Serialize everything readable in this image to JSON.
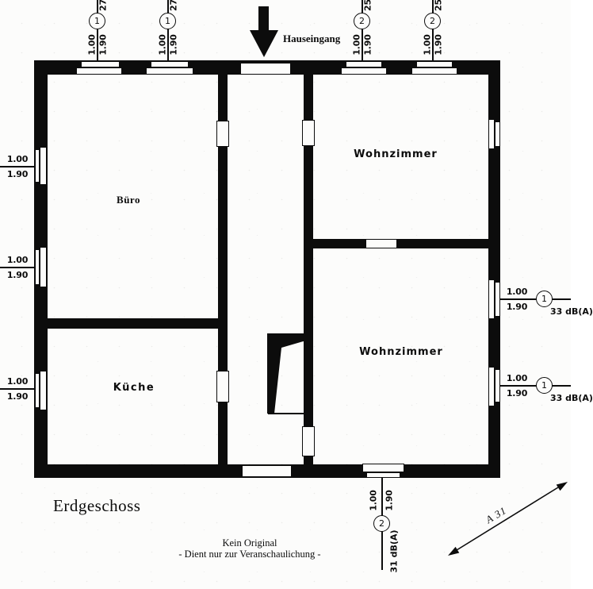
{
  "colors": {
    "ink": "#0c0c0c",
    "paper": "#fcfcfb"
  },
  "plan": {
    "floor_title": "Erdgeschoss",
    "entrance_label": "Hauseingang",
    "rooms": {
      "buero": "Büro",
      "kueche": "Küche",
      "wohnzimmer_top": "Wohnzimmer",
      "wohnzimmer_bottom": "Wohnzimmer"
    }
  },
  "annotations": {
    "top": [
      {
        "width_m": "1.00",
        "height_m": "1.90",
        "badge": "1",
        "cut_text": "27"
      },
      {
        "width_m": "1.00",
        "height_m": "1.90",
        "badge": "1",
        "cut_text": "27"
      },
      {
        "width_m": "1.00",
        "height_m": "1.90",
        "badge": "2",
        "cut_text": "25"
      },
      {
        "width_m": "1.00",
        "height_m": "1.90",
        "badge": "2",
        "cut_text": "25"
      }
    ],
    "left": [
      {
        "width_m": "1.00",
        "height_m": "1.90"
      },
      {
        "width_m": "1.00",
        "height_m": "1.90"
      },
      {
        "width_m": "1.00",
        "height_m": "1.90"
      }
    ],
    "right": [
      {
        "width_m": "1.00",
        "height_m": "1.90",
        "badge": "1",
        "sound_level": "33 dB(A)"
      },
      {
        "width_m": "1.00",
        "height_m": "1.90",
        "badge": "1",
        "sound_level": "33 dB(A)"
      }
    ],
    "bottom": [
      {
        "width_m": "1.00",
        "height_m": "1.90",
        "badge": "2",
        "sound_level": "31 dB(A)"
      }
    ]
  },
  "axis_label": "A 31",
  "footer": {
    "line1": "Kein Original",
    "line2": "- Dient nur zur Veranschaulichung -"
  }
}
